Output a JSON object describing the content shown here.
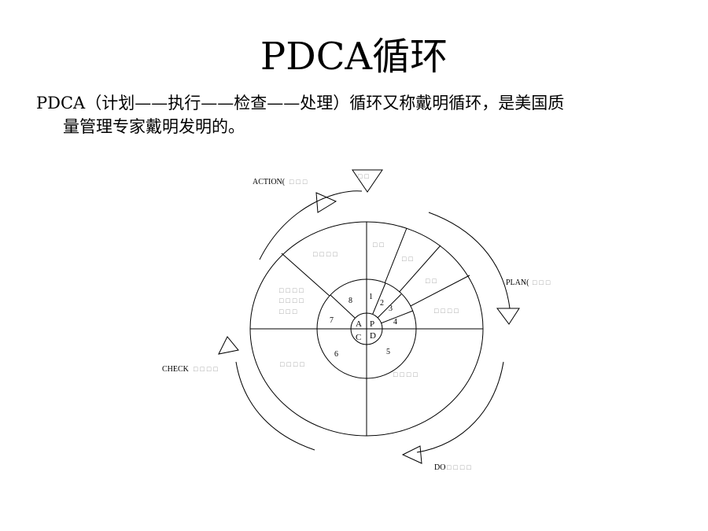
{
  "title": "PDCA循环",
  "intro": {
    "line1": "PDCA（计划——执行——检查——处理）循环又称戴明循环，是美国质",
    "line2": "量管理专家戴明发明的。"
  },
  "diagram": {
    "labels": {
      "action": "ACTION(",
      "plan": "PLAN(",
      "do": "DO",
      "check": "CHECK"
    },
    "core": {
      "a": "A",
      "p": "P",
      "c": "C",
      "d": "D"
    },
    "steps": [
      "1",
      "2",
      "3",
      "4",
      "5",
      "6",
      "7",
      "8"
    ]
  }
}
